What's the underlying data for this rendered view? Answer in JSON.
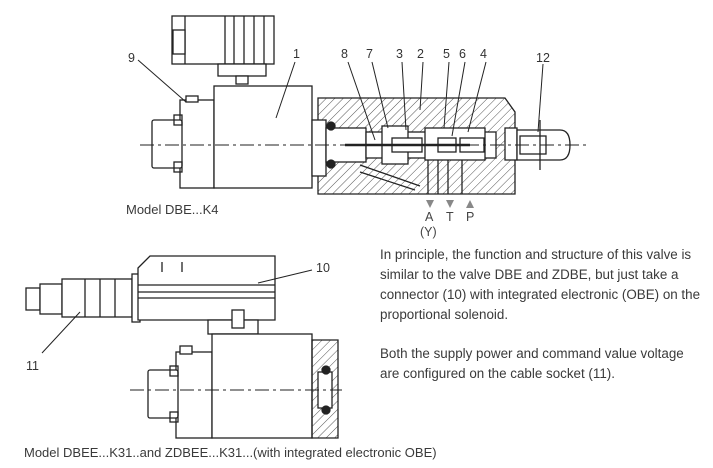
{
  "top_figure": {
    "callouts": [
      "1",
      "9",
      "8",
      "7",
      "3",
      "2",
      "5",
      "6",
      "4",
      "12"
    ],
    "ports": [
      "A",
      "T",
      "P"
    ],
    "port_note": "(Y)",
    "caption": "Model DBE...K4"
  },
  "bottom_figure": {
    "callouts": [
      "10",
      "11"
    ],
    "caption": "Model DBEE...K31..and ZDBEE...K31...(with integrated electronic OBE)"
  },
  "description": {
    "paragraph1": "In principle, the function and structure of this valve is similar to the valve DBE and ZDBE, but just take a connector (10) with integrated electronic (OBE) on the proportional solenoid.",
    "paragraph2": "Both the supply power and command value voltage are configured on the cable socket (11)."
  }
}
